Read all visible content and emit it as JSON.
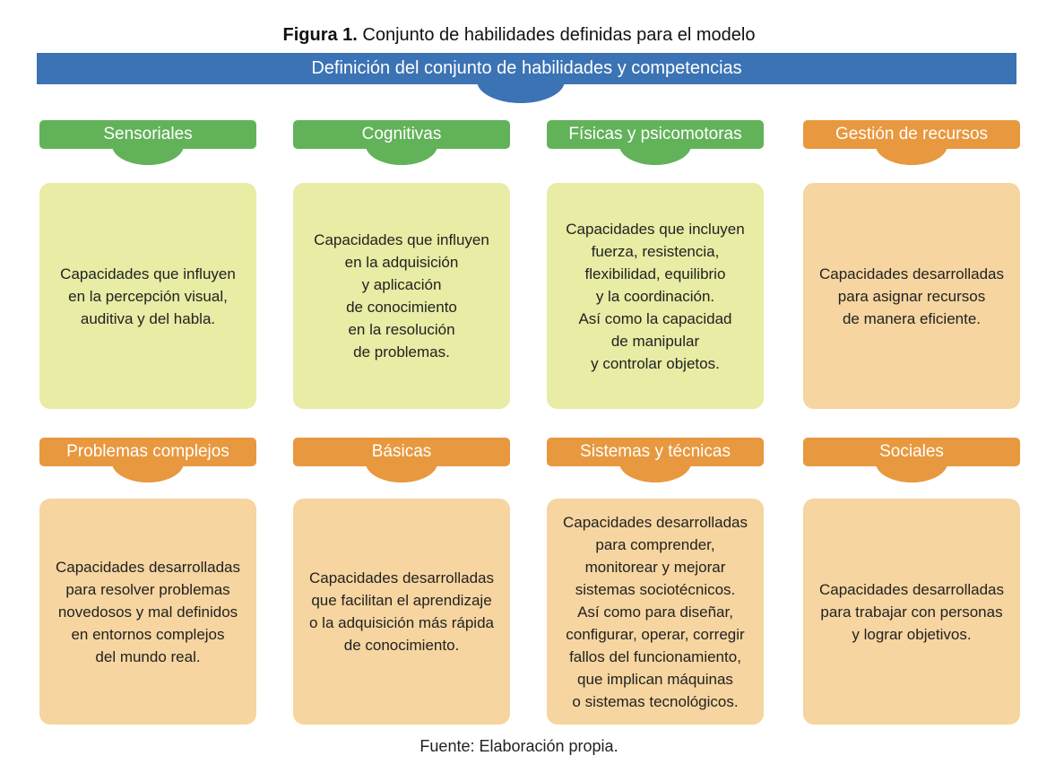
{
  "figure": {
    "label": "Figura 1.",
    "caption": " Conjunto de habilidades definidas para el modelo"
  },
  "banner": "Definición del conjunto de habilidades y competencias",
  "colors": {
    "blue": "#3b73b5",
    "green": "#62b25a",
    "orange": "#e8983e",
    "green_box": "#e8eca4",
    "orange_box": "#f6d5a0"
  },
  "skills": [
    {
      "title": "Sensoriales",
      "color": "green",
      "text": "Capacidades que influyen\nen la percepción visual,\nauditiva y del habla."
    },
    {
      "title": "Cognitivas",
      "color": "green",
      "text": "Capacidades que influyen\nen la adquisición\ny aplicación\nde conocimiento\nen la resolución\nde problemas."
    },
    {
      "title": "Físicas y psicomotoras",
      "color": "green",
      "text": "Capacidades que incluyen\nfuerza, resistencia,\nflexibilidad, equilibrio\ny la coordinación.\nAsí como la capacidad\nde manipular\ny controlar objetos."
    },
    {
      "title": "Gestión de recursos",
      "color": "orange",
      "text": "Capacidades desarrolladas\npara asignar recursos\nde manera eficiente."
    },
    {
      "title": "Problemas complejos",
      "color": "orange",
      "text": "Capacidades desarrolladas\npara resolver problemas\nnovedosos y mal definidos\nen entornos complejos\ndel mundo real."
    },
    {
      "title": "Básicas",
      "color": "orange",
      "text": "Capacidades desarrolladas\nque facilitan el aprendizaje\no la adquisición más rápida\nde conocimiento."
    },
    {
      "title": "Sistemas y técnicas",
      "color": "orange",
      "text": "Capacidades desarrolladas\npara comprender,\nmonitorear y mejorar\nsistemas sociotécnicos.\nAsí como para diseñar,\nconfigurar, operar, corregir\nfallos del funcionamiento,\nque implican máquinas\no sistemas tecnológicos."
    },
    {
      "title": "Sociales",
      "color": "orange",
      "text": "Capacidades desarrolladas\npara trabajar con personas\ny lograr objetivos."
    }
  ],
  "footer": "Fuente: Elaboración propia."
}
